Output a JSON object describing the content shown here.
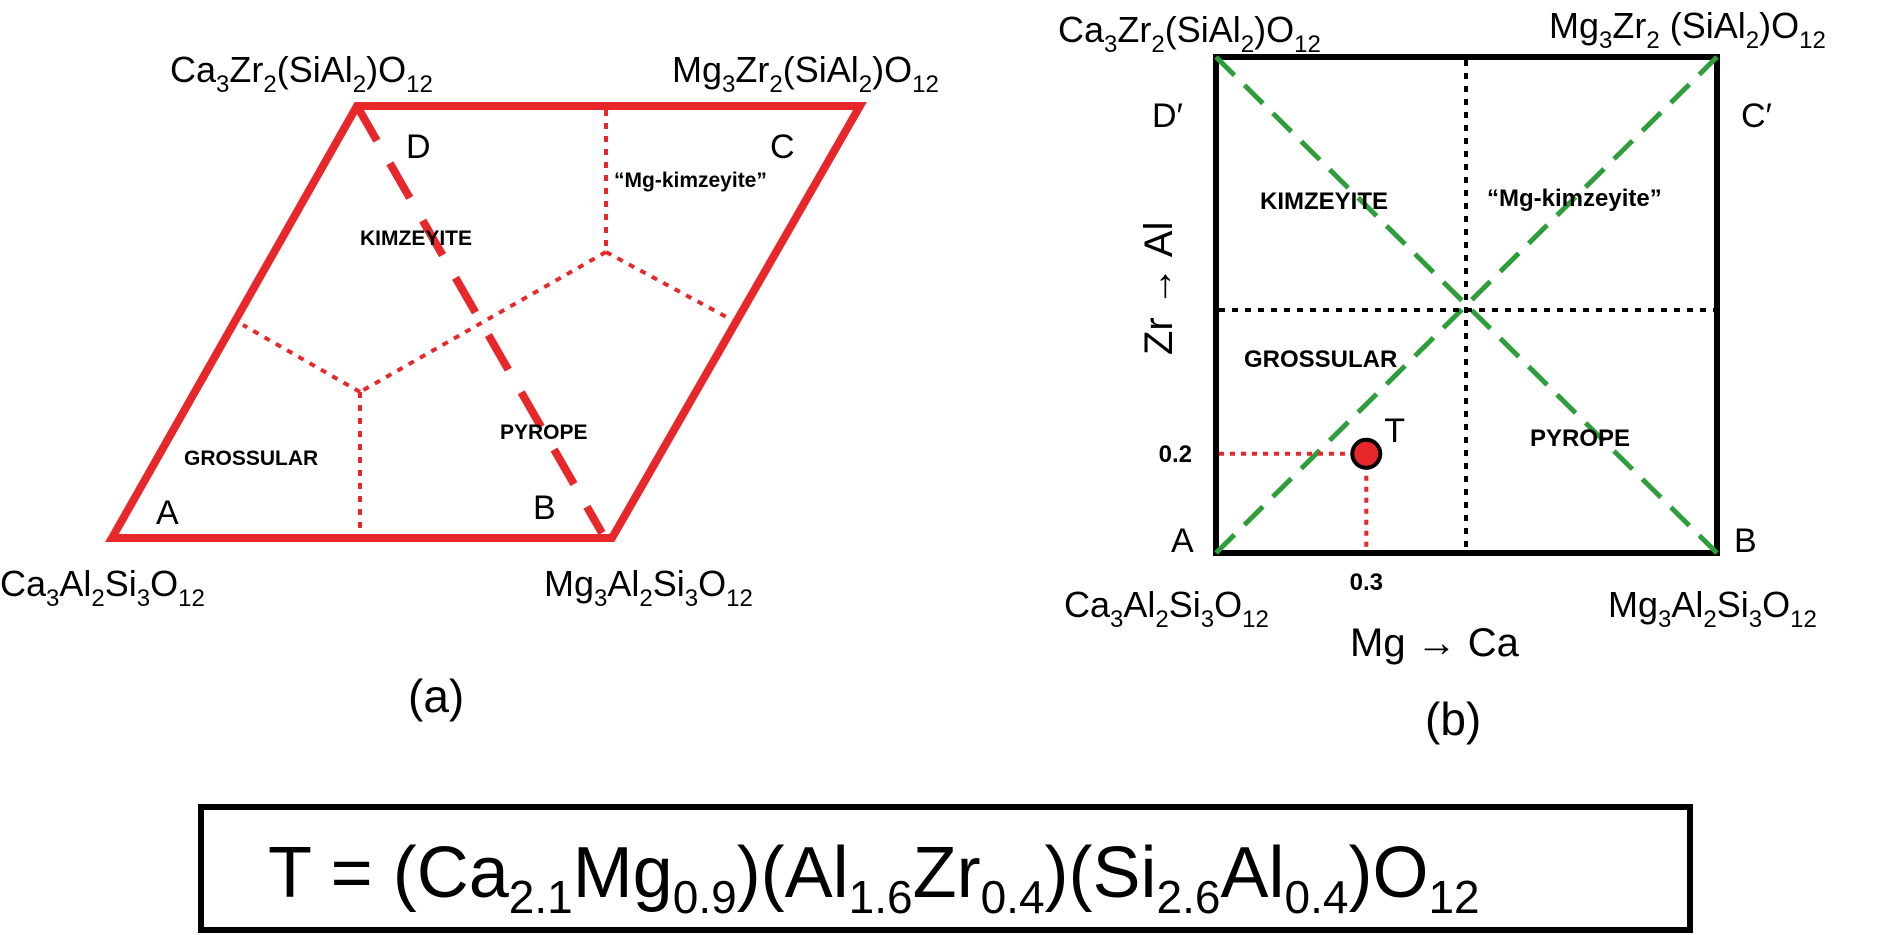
{
  "panel_a": {
    "caption": "(a)",
    "top_left_formula": [
      "Ca",
      "3",
      "Zr",
      "2",
      "(SiAl",
      "2",
      ")O",
      "12"
    ],
    "top_right_formula": [
      "Mg",
      "3",
      "Zr",
      "2",
      "(SiAl",
      "2",
      ")O",
      "12"
    ],
    "bottom_left_formula": [
      "Ca",
      "3",
      "Al",
      "2",
      "Si",
      "3",
      "O",
      "12"
    ],
    "bottom_right_formula": [
      "Mg",
      "3",
      "Al",
      "2",
      "Si",
      "3",
      "O",
      "12"
    ],
    "corners": {
      "a": "A",
      "b": "B",
      "c": "C",
      "d": "D"
    },
    "regions": {
      "kimzeyite": "KIMZEYITE",
      "mg_kimzeyite": "“Mg-kimzeyite”",
      "grossular": "GROSSULAR",
      "pyrope": "PYROPE"
    },
    "colors": {
      "outline": "#e8272a",
      "dashed": "#e8272a"
    }
  },
  "panel_b": {
    "caption": "(b)",
    "top_left_formula": [
      "Ca",
      "3",
      "Zr",
      "2",
      "(SiAl",
      "2",
      ")O",
      "12"
    ],
    "top_right_formula": [
      "Mg",
      "3",
      "Zr",
      "2",
      " (SiAl",
      "2",
      ")O",
      "12"
    ],
    "bottom_left_formula": [
      "Ca",
      "3",
      "Al",
      "2",
      "Si",
      "3",
      "O",
      "12"
    ],
    "bottom_right_formula": [
      "Mg",
      "3",
      "Al",
      "2",
      "Si",
      "3",
      "O",
      "12"
    ],
    "corners": {
      "a": "A",
      "b": "B",
      "c_prime": "C′",
      "d_prime": "D′"
    },
    "regions": {
      "kimzeyite": "KIMZEYITE",
      "mg_kimzeyite": "“Mg-kimzeyite”",
      "grossular": "GROSSULAR",
      "pyrope": "PYROPE"
    },
    "x_axis_label": "Mg → Ca",
    "y_axis_label": "Zr → Al",
    "point": {
      "label": "T",
      "x": 0.3,
      "y": 0.2,
      "x_tick": "0.3",
      "y_tick": "0.2"
    },
    "colors": {
      "frame": "#000000",
      "diagonals": "#2e9e3a",
      "guides": "#e8272a",
      "point": "#e8272a"
    }
  },
  "formula_box": {
    "text": [
      "T = (Ca",
      "2.1",
      "Mg",
      "0.9",
      ")(Al",
      "1.6",
      "Zr",
      "0.4",
      ")(Si",
      "2.6",
      "Al",
      "0.4",
      ")O",
      "12"
    ]
  }
}
